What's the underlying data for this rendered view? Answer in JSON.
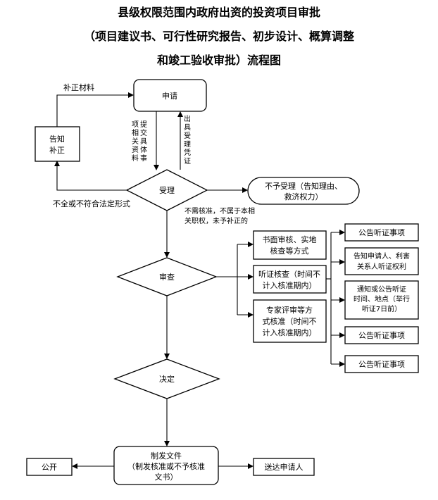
{
  "title": {
    "line1": "县级权限范围内政府出资的投资项目审批",
    "line2": "（项目建议书、可行性研究报告、初步设计、概算调整",
    "line3": "和竣工验收审批）流程图"
  },
  "nodes": {
    "apply": "申请",
    "inform_correct": [
      "告知",
      "补正"
    ],
    "accept": "受理",
    "not_accept": [
      "不予受理（告知理由、",
      "救济权力）"
    ],
    "review": "审查",
    "decide": "决定",
    "issue_doc": [
      "制发文件",
      "（制发核准或不予核准",
      "文书）"
    ],
    "publish": "公开",
    "deliver": "送达申请人"
  },
  "review_methods": [
    {
      "lines": [
        "书面审核、实地",
        "核查等方式"
      ]
    },
    {
      "lines": [
        "听证核查（时间不",
        "计入核准期内）"
      ]
    },
    {
      "lines": [
        "专家评审等方",
        "式核准（时间不",
        "计入核准期内）"
      ]
    }
  ],
  "hearing_steps": [
    {
      "lines": [
        "公告听证事项"
      ]
    },
    {
      "lines": [
        "告知申请人、利害",
        "关系人听证权利"
      ]
    },
    {
      "lines": [
        "通知或公告听证",
        "时间、地点（举行",
        "听证7日前）"
      ]
    },
    {
      "lines": [
        "公告听证事项"
      ]
    },
    {
      "lines": [
        "公告听证事项"
      ]
    }
  ],
  "edge_labels": {
    "supplement": "补正材料",
    "provide_materials": [
      "项",
      "提",
      "相",
      "交",
      "关",
      "具",
      "资",
      "体",
      "料",
      "事"
    ],
    "issue_receipt": [
      "出",
      "具",
      "受",
      "理",
      "凭",
      "证"
    ],
    "incomplete": "不全或不符合法定形式",
    "no_approval": [
      "不需核准，不属于本相",
      "关职权，未予补正的"
    ]
  }
}
